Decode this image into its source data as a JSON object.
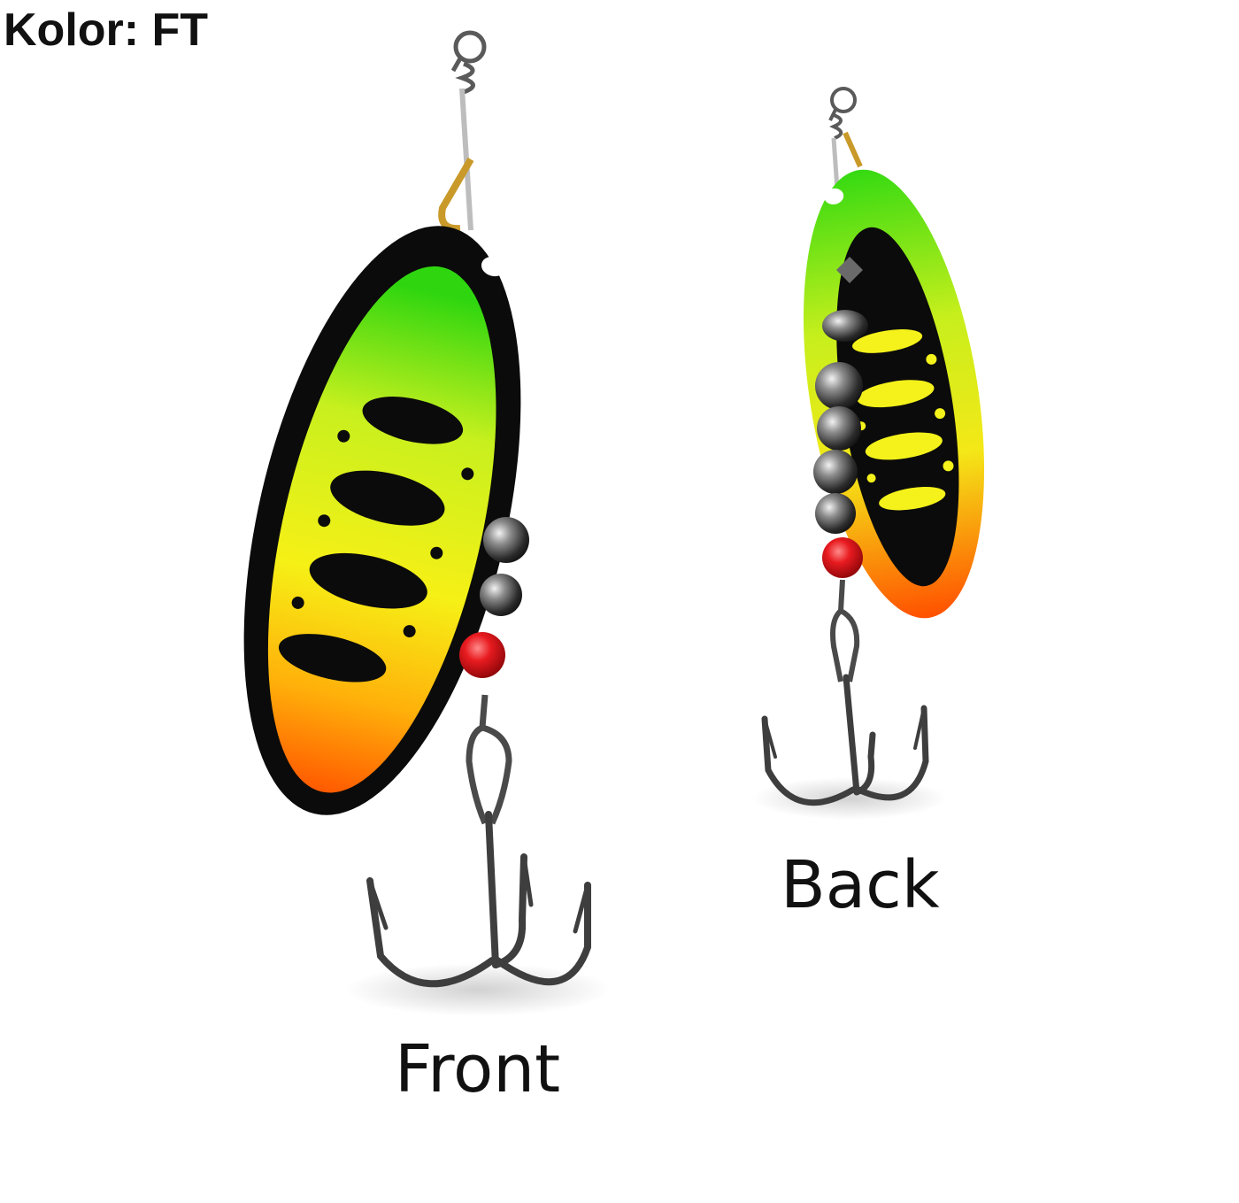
{
  "header": {
    "color_label": "Kolor: FT"
  },
  "lures": {
    "front": {
      "caption": "Front"
    },
    "back": {
      "caption": "Back"
    }
  },
  "colors": {
    "blade_green": "#3ee016",
    "blade_yellow": "#f4f21a",
    "blade_orange": "#ff6a00",
    "blade_black": "#0b0b0b",
    "bead_red": "#e0161c",
    "metal": "#4a4a4a"
  }
}
